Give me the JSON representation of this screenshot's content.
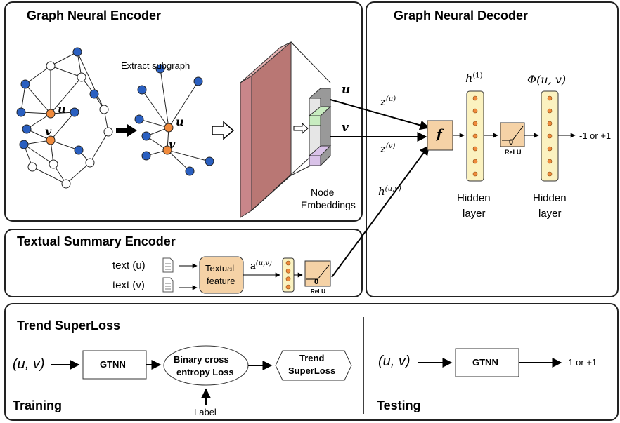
{
  "encoder": {
    "title": "Graph Neural Encoder",
    "extract_label": "Extract subgraph",
    "node_u": "u",
    "node_v": "v",
    "embed_u": "u",
    "embed_v": "v",
    "node_embeddings_line1": "Node",
    "node_embeddings_line2": "Embeddings"
  },
  "decoder": {
    "title": "Graph Neural Decoder",
    "z_u": "z",
    "z_u_sup": "(u)",
    "z_v": "z",
    "z_v_sup": "(v)",
    "h_uv": "h",
    "h_uv_sup": "(u,v)",
    "f_label": "f",
    "h1": "h",
    "h1_sup": "(1)",
    "phi": "Φ(u, v)",
    "relu_zero": "0",
    "relu_label": "ReLU",
    "output": "-1 or +1",
    "hidden1_line1": "Hidden",
    "hidden1_line2": "layer",
    "hidden2_line1": "Hidden",
    "hidden2_line2": "layer"
  },
  "textual": {
    "title": "Textual Summary Encoder",
    "text_u": "text (u)",
    "text_v": "text (v)",
    "feature_line1": "Textual",
    "feature_line2": "feature",
    "a_uv": "a",
    "a_uv_sup": "(u,v)",
    "relu_zero": "0",
    "relu_label": "ReLU"
  },
  "trend": {
    "title": "Trend SuperLoss",
    "training_input": "(u, v)",
    "training_gtnn": "GTNN",
    "bce_line1": "Binary cross",
    "bce_line2": "entropy Loss",
    "superloss_line1": "Trend",
    "superloss_line2": "SuperLoss",
    "label": "Label",
    "training": "Training",
    "testing_input": "(u, v)",
    "testing_gtnn": "GTNN",
    "testing_output": "-1 or +1",
    "testing": "Testing"
  },
  "colors": {
    "node_blue": "#2a5fc0",
    "node_orange": "#f08a3c",
    "slab_pink": "#c9868a",
    "slab_pink_light": "#e6b3b3",
    "embed_green": "#c8ecc0",
    "embed_purple": "#d9c2e8",
    "feature_orange": "#f5d2a6",
    "hidden_yellow": "#fbf2c0"
  }
}
